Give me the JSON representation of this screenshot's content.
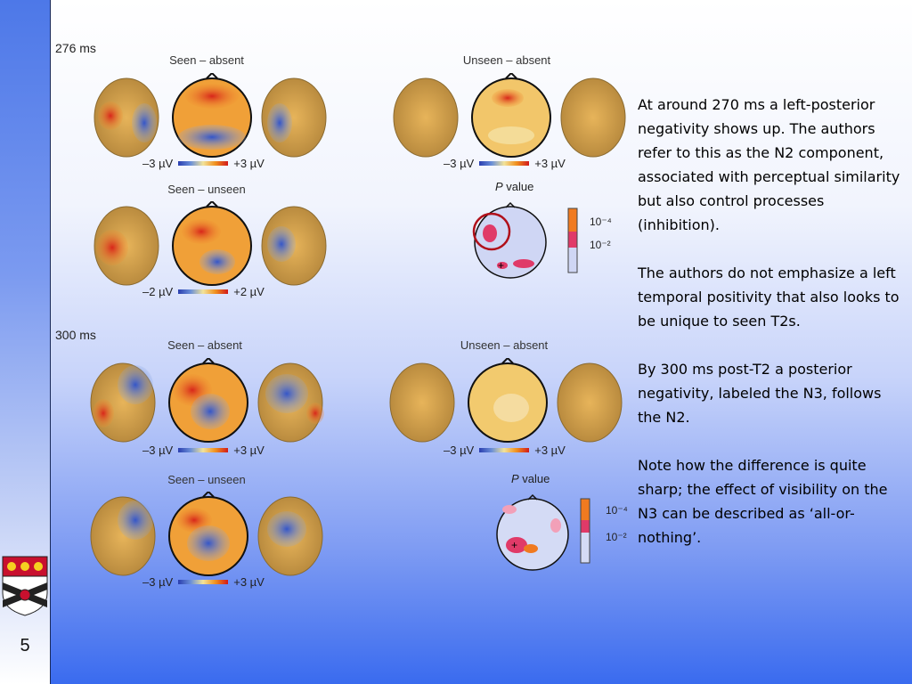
{
  "slide": {
    "number": "5"
  },
  "figure": {
    "blocks": [
      {
        "time": "276 ms",
        "panels": [
          {
            "label": "Seen – absent",
            "scale_min": "–3 µV",
            "scale_max": "+3 µV"
          },
          {
            "label": "Unseen – absent",
            "scale_min": "–3 µV",
            "scale_max": "+3 µV"
          },
          {
            "label": "Seen – unseen",
            "scale_min": "–2 µV",
            "scale_max": "+2 µV"
          }
        ],
        "pvalue": {
          "prefix": "P",
          "suffix": " value",
          "tick_high": "10⁻⁴",
          "tick_low": "10⁻²"
        }
      },
      {
        "time": "300 ms",
        "panels": [
          {
            "label": "Seen – absent",
            "scale_min": "–3 µV",
            "scale_max": "+3 µV"
          },
          {
            "label": "Unseen – absent",
            "scale_min": "–3 µV",
            "scale_max": "+3 µV"
          },
          {
            "label": "Seen – unseen",
            "scale_min": "–3 µV",
            "scale_max": "+3 µV"
          }
        ],
        "pvalue": {
          "prefix": "P",
          "suffix": " value",
          "tick_high": "10⁻⁴",
          "tick_low": "10⁻²"
        }
      }
    ]
  },
  "text": {
    "p1": "At around 270 ms a left-posterior negativity shows up. The authors refer to this as the N2 component, associated with perceptual similarity but also control processes (inhibition).",
    "p2": "The authors do not emphasize a left temporal positivity that also looks to be unique to seen T2s.",
    "p3": "By 300 ms post-T2 a posterior negativity, labeled the N3, follows the N2.",
    "p4": "Note how the difference is quite sharp; the effect of visibility on the N3 can be described as ‘all-or-nothing’."
  },
  "colors": {
    "sidebar": "#5a80e8",
    "negative": "#2a3eb0",
    "positive": "#d21a1a",
    "neutral": "#e8c25a"
  },
  "icons": [
    "university-crest-icon",
    "scalp-map-icon"
  ]
}
